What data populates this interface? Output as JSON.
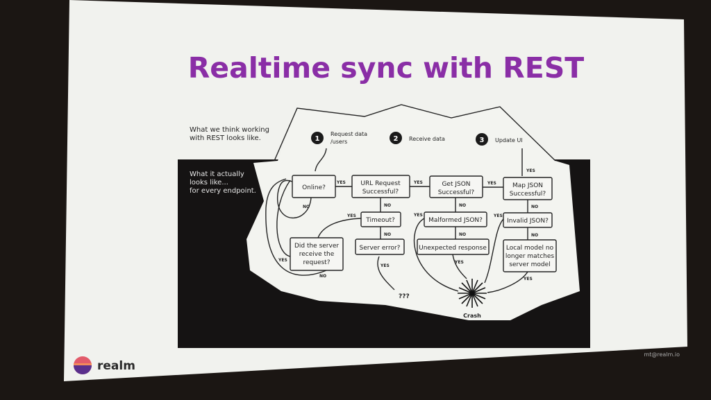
{
  "slide": {
    "title": "Realtime sync with REST",
    "title_color": "#8a2ea6",
    "footer_email": "mt@realm.io",
    "brand_name": "realm",
    "brand_logo_icon": "realm-logo-icon"
  },
  "diagram": {
    "caption_top": [
      "What we think working",
      "with REST looks like."
    ],
    "caption_bottom": [
      "What it actually",
      "looks like...",
      "for every endpoint."
    ],
    "steps": [
      {
        "number": "1",
        "label": [
          "Request data",
          "/users"
        ]
      },
      {
        "number": "2",
        "label": [
          "Receive data"
        ]
      },
      {
        "number": "3",
        "label": [
          "Update UI"
        ]
      }
    ],
    "nodes": {
      "online": [
        "Online?"
      ],
      "url_request": [
        "URL Request",
        "Successful?"
      ],
      "get_json": [
        "Get JSON",
        "Successful?"
      ],
      "map_json": [
        "Map JSON",
        "Successful?"
      ],
      "timeout": [
        "Timeout?"
      ],
      "malformed_json": [
        "Malformed JSON?"
      ],
      "invalid_json": [
        "Invalid JSON?"
      ],
      "did_server": [
        "Did the server",
        "receive the",
        "request?"
      ],
      "server_error": [
        "Server error?"
      ],
      "unexpected_response": [
        "Unexpected response"
      ],
      "local_model": [
        "Local model no",
        "longer matches",
        "server model"
      ]
    },
    "edge_labels": {
      "yes": "YES",
      "no": "NO"
    },
    "unknown": "???",
    "crash": "Crash"
  }
}
